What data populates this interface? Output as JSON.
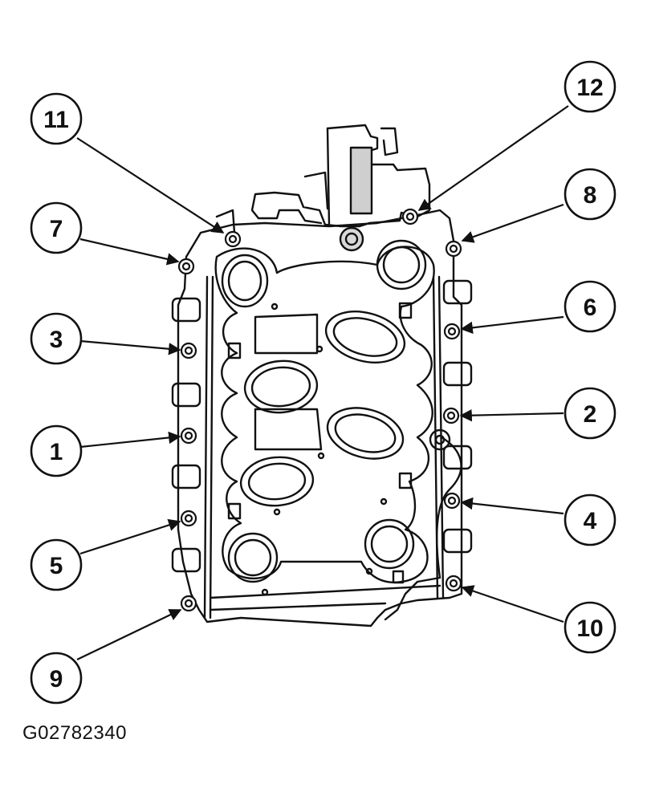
{
  "figure_id": "G02782340",
  "callouts": [
    "11",
    "12",
    "7",
    "8",
    "3",
    "6",
    "1",
    "2",
    "5",
    "4",
    "9",
    "10"
  ]
}
